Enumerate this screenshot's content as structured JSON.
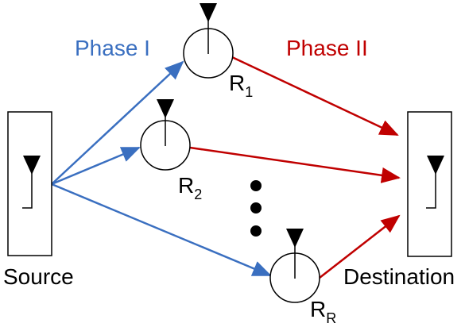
{
  "phases": {
    "phase1": "Phase I",
    "phase2": "Phase II"
  },
  "nodes": {
    "source": "Source",
    "destination": "Destination",
    "relay1": {
      "base": "R",
      "sub": "1"
    },
    "relay2": {
      "base": "R",
      "sub": "2"
    },
    "relayR": {
      "base": "R",
      "sub": "R"
    }
  },
  "colors": {
    "phase1": "#3a6fc0",
    "phase2": "#c00000",
    "stroke": "#000000"
  }
}
